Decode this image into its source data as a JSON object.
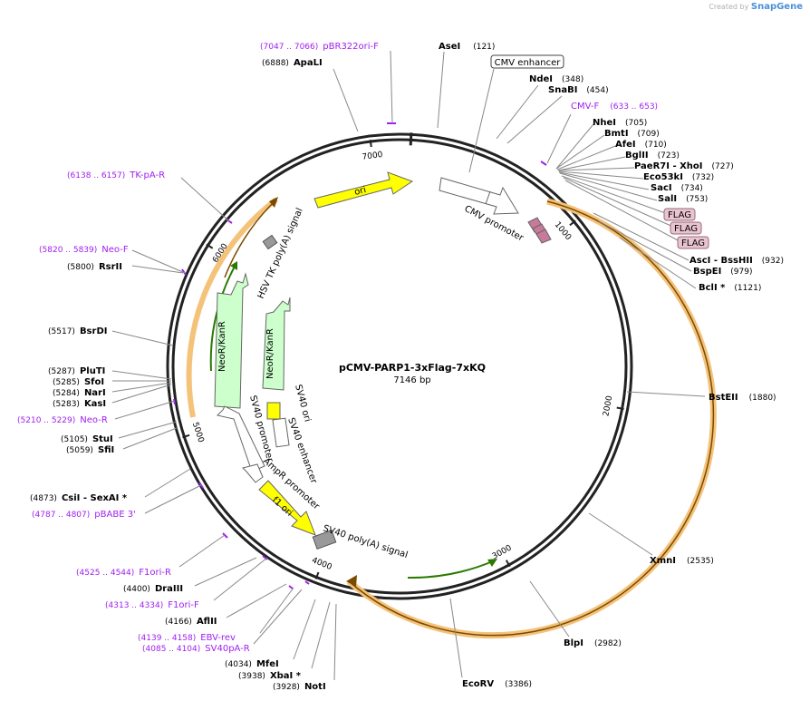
{
  "brand": {
    "created_by": "Created by",
    "name": "SnapGene"
  },
  "plasmid": {
    "name": "pCMV-PARP1-3xFlag-7xKQ",
    "length_label": "7146 bp",
    "length": 7146
  },
  "colors": {
    "primer": "#a020f0",
    "ori": "#ffff00",
    "neo": "#ccffcc",
    "cds": "#f5a623",
    "flag": "#e8c4d0",
    "gray": "#999999"
  },
  "ticks": [
    {
      "pos": 1000,
      "label": "1000"
    },
    {
      "pos": 2000,
      "label": "2000"
    },
    {
      "pos": 3000,
      "label": "3000"
    },
    {
      "pos": 4000,
      "label": "4000"
    },
    {
      "pos": 5000,
      "label": "5000"
    },
    {
      "pos": 6000,
      "label": "6000"
    },
    {
      "pos": 7000,
      "label": "7000"
    }
  ],
  "sites": [
    {
      "name": "AseI",
      "pos": "(121)",
      "bp": 121
    },
    {
      "name": "NdeI",
      "pos": "(348)",
      "bp": 348
    },
    {
      "name": "SnaBI",
      "pos": "(454)",
      "bp": 454
    },
    {
      "name": "NheI",
      "pos": "(705)",
      "bp": 705
    },
    {
      "name": "BmtI",
      "pos": "(709)",
      "bp": 709
    },
    {
      "name": "AfeI",
      "pos": "(710)",
      "bp": 710
    },
    {
      "name": "BglII",
      "pos": "(723)",
      "bp": 723
    },
    {
      "name": "PaeR7I - XhoI",
      "pos": "(727)",
      "bp": 727
    },
    {
      "name": "Eco53kI",
      "pos": "(732)",
      "bp": 732
    },
    {
      "name": "SacI",
      "pos": "(734)",
      "bp": 734
    },
    {
      "name": "SalI",
      "pos": "(753)",
      "bp": 753
    },
    {
      "name": "AscI - BssHII",
      "pos": "(932)",
      "bp": 932
    },
    {
      "name": "BspEI",
      "pos": "(979)",
      "bp": 979
    },
    {
      "name": "BclI *",
      "pos": "(1121)",
      "bp": 1121
    },
    {
      "name": "BstEII",
      "pos": "(1880)",
      "bp": 1880
    },
    {
      "name": "XmnI",
      "pos": "(2535)",
      "bp": 2535
    },
    {
      "name": "BlpI",
      "pos": "(2982)",
      "bp": 2982
    },
    {
      "name": "EcoRV",
      "pos": "(3386)",
      "bp": 3386
    },
    {
      "name": "NotI",
      "pos": "(3928)",
      "bp": 3928
    },
    {
      "name": "XbaI *",
      "pos": "(3938)",
      "bp": 3938
    },
    {
      "name": "MfeI",
      "pos": "(4034)",
      "bp": 4034
    },
    {
      "name": "AflII",
      "pos": "(4166)",
      "bp": 4166
    },
    {
      "name": "DraIII",
      "pos": "(4400)",
      "bp": 4400
    },
    {
      "name": "CsiI - SexAI *",
      "pos": "(4873)",
      "bp": 4873
    },
    {
      "name": "SfiI",
      "pos": "(5059)",
      "bp": 5059
    },
    {
      "name": "StuI",
      "pos": "(5105)",
      "bp": 5105
    },
    {
      "name": "KasI",
      "pos": "(5283)",
      "bp": 5283
    },
    {
      "name": "NarI",
      "pos": "(5284)",
      "bp": 5284
    },
    {
      "name": "SfoI",
      "pos": "(5285)",
      "bp": 5285
    },
    {
      "name": "PluTI",
      "pos": "(5287)",
      "bp": 5287
    },
    {
      "name": "BsrDI",
      "pos": "(5517)",
      "bp": 5517
    },
    {
      "name": "RsrII",
      "pos": "(5800)",
      "bp": 5800
    },
    {
      "name": "ApaLI",
      "pos": "(6888)",
      "bp": 6888
    }
  ],
  "primers": [
    {
      "name": "pBR322ori-F",
      "pos": "(7047 .. 7066)",
      "bp": 7056
    },
    {
      "name": "CMV-F",
      "pos": "(633 .. 653)",
      "bp": 643
    },
    {
      "name": "TK-pA-R",
      "pos": "(6138 .. 6157)",
      "bp": 6147
    },
    {
      "name": "Neo-F",
      "pos": "(5820 .. 5839)",
      "bp": 5830
    },
    {
      "name": "Neo-R",
      "pos": "(5210 .. 5229)",
      "bp": 5220
    },
    {
      "name": "pBABE 3'",
      "pos": "(4787 .. 4807)",
      "bp": 4797
    },
    {
      "name": "F1ori-R",
      "pos": "(4525 .. 4544)",
      "bp": 4535
    },
    {
      "name": "F1ori-F",
      "pos": "(4313 .. 4334)",
      "bp": 4323
    },
    {
      "name": "EBV-rev",
      "pos": "(4139 .. 4158)",
      "bp": 4148
    },
    {
      "name": "SV40pA-R",
      "pos": "(4085 .. 4104)",
      "bp": 4095
    }
  ],
  "features": [
    {
      "name": "CMV enhancer",
      "type": "boxed"
    },
    {
      "name": "CMV promoter",
      "type": "arrow"
    },
    {
      "name": "FLAG",
      "type": "tag"
    },
    {
      "name": "FLAG",
      "type": "tag"
    },
    {
      "name": "FLAG",
      "type": "tag"
    },
    {
      "name": "ori",
      "type": "arrow"
    },
    {
      "name": "HSV TK poly(A) signal",
      "type": "box"
    },
    {
      "name": "NeoR/KanR",
      "type": "arrow"
    },
    {
      "name": "NeoR/KanR",
      "type": "arrow"
    },
    {
      "name": "SV40 ori",
      "type": "box"
    },
    {
      "name": "SV40 enhancer",
      "type": "box"
    },
    {
      "name": "SV40 promoter",
      "type": "arrow"
    },
    {
      "name": "AmpR promoter",
      "type": "arrow"
    },
    {
      "name": "f1 ori",
      "type": "arrow"
    },
    {
      "name": "SV40 poly(A) signal",
      "type": "box"
    }
  ]
}
